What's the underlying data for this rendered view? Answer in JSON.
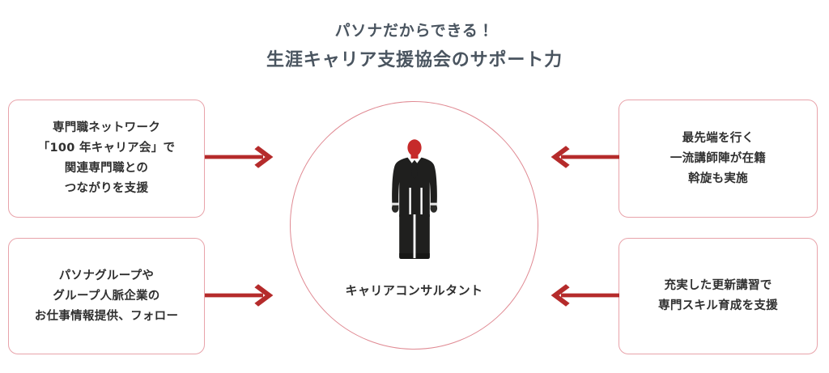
{
  "title": {
    "line1": "パソナだからできる！",
    "line2": "生涯キャリア支援協会のサポート力"
  },
  "center": {
    "label": "キャリアコンサルタント",
    "figure_icon": "businessman-silhouette-icon"
  },
  "boxes": [
    {
      "id": "top-left",
      "lines": [
        "専門職ネットワーク",
        "「100 年キャリア会」で",
        "関連専門職との",
        "つながりを支援"
      ]
    },
    {
      "id": "bottom-left",
      "lines": [
        "パソナグループや",
        "グループ人脈企業の",
        "お仕事情報提供、フォロー"
      ]
    },
    {
      "id": "top-right",
      "lines": [
        "最先端を行く",
        "一流講師陣が在籍",
        "斡旋も実施"
      ]
    },
    {
      "id": "bottom-right",
      "lines": [
        "充実した更新講習で",
        "専門スキル育成を支援"
      ]
    }
  ],
  "arrows": [
    {
      "id": "top-left-arrow",
      "direction": "right",
      "icon": "arrow-right-icon"
    },
    {
      "id": "bottom-left-arrow",
      "direction": "right",
      "icon": "arrow-right-icon"
    },
    {
      "id": "top-right-arrow",
      "direction": "left",
      "icon": "arrow-left-icon"
    },
    {
      "id": "bottom-right-arrow",
      "direction": "left",
      "icon": "arrow-left-icon"
    }
  ],
  "colors": {
    "title_text": "#4a5560",
    "body_text": "#2f2f2f",
    "box_border": "#e8a3aa",
    "circle_border": "#e08a93",
    "arrow": "#b52b2b",
    "figure_head": "#c62a2a",
    "figure_suit": "#1f1f1e",
    "background": "#ffffff"
  }
}
